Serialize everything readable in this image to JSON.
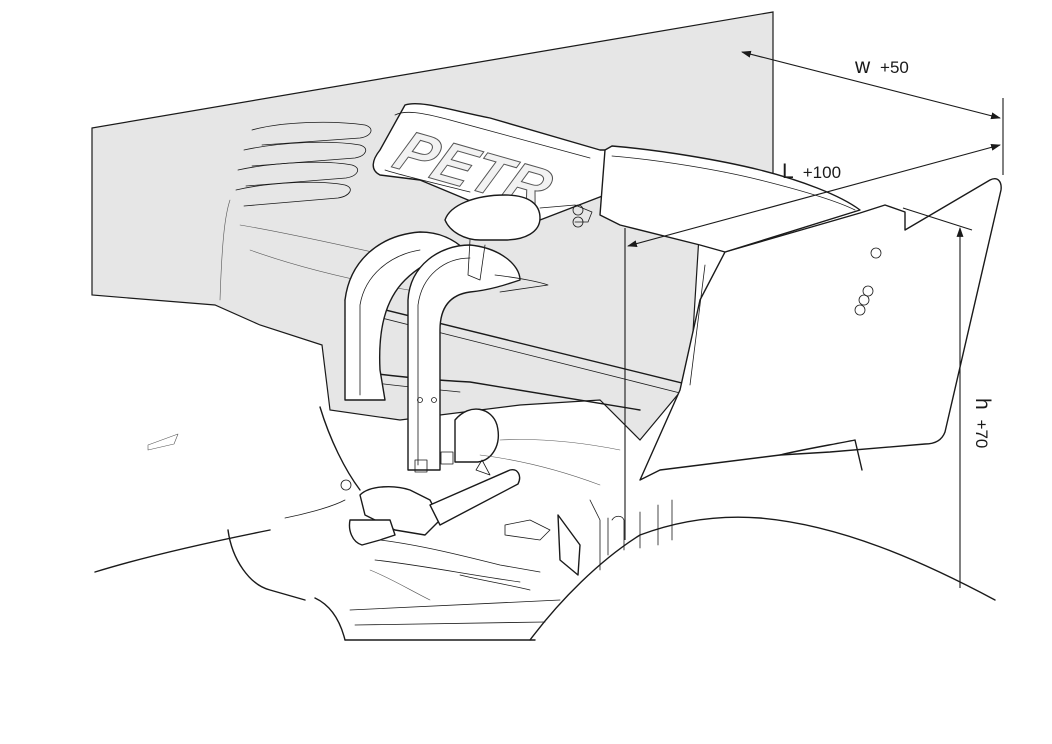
{
  "colors": {
    "background": "#ffffff",
    "stroke": "#1a1a1a",
    "panel_fill": "#e6e6e6"
  },
  "diagram": {
    "logo_text": "PETR",
    "dimensions": {
      "width": {
        "symbol": "w",
        "tolerance": "+50"
      },
      "length": {
        "symbol": "L",
        "tolerance": "+100"
      },
      "height": {
        "symbol": "h",
        "tolerance": "+70"
      }
    }
  }
}
